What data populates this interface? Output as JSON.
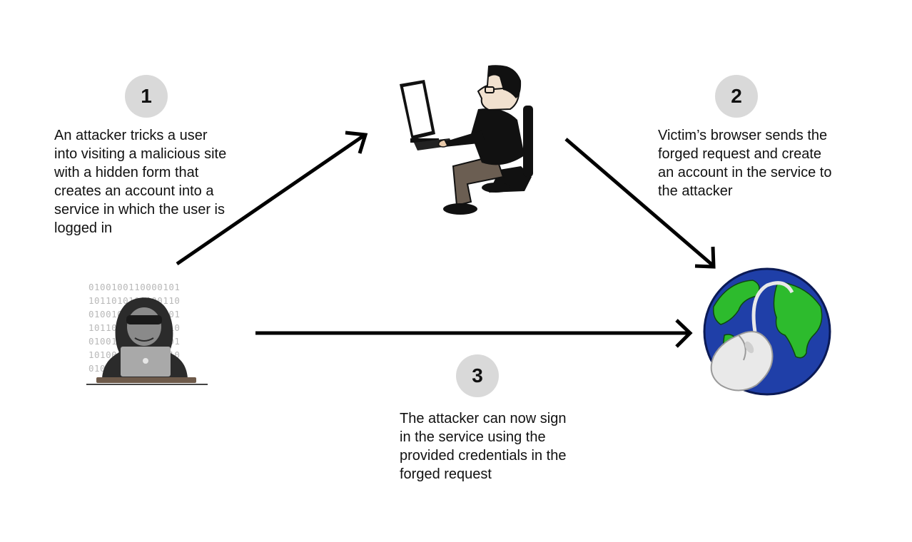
{
  "steps": [
    {
      "number": "1",
      "text": "An attacker tricks a user\ninto visiting a malicious site\nwith a hidden form that\ncreates an account into a\nservice in which the user is\nlogged in"
    },
    {
      "number": "2",
      "text": "Victim’s browser sends the\nforged request and create\nan account in the service to\nthe attacker"
    },
    {
      "number": "3",
      "text": "The attacker can now sign\nin the service using the\nprovided credentials in the\nforged request"
    }
  ],
  "binary_lines": [
    "0100100110000101",
    "1011010101100110",
    "0100101010100101",
    "1011010010110110",
    "0100100101100101",
    "1010011011010110",
    "0101010010110101"
  ],
  "icons": [
    "hacker-icon",
    "user-at-computer-icon",
    "globe-mouse-icon"
  ],
  "colors": {
    "badge": "#d9d9d9",
    "arrow": "#000000",
    "globe_ocean": "#1f3fa8",
    "globe_land": "#2dbb2d"
  }
}
